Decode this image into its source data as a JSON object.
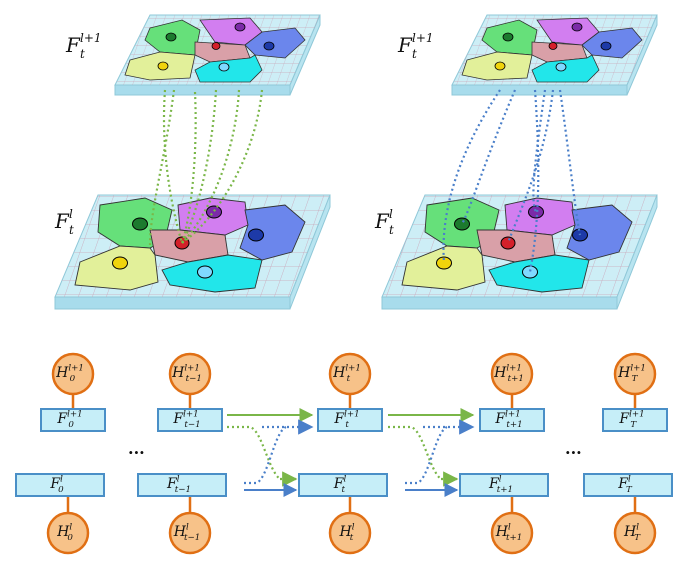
{
  "layer_labels": {
    "top_left": {
      "base": "F",
      "sub": "t",
      "sup": "l+1"
    },
    "top_right": {
      "base": "F",
      "sub": "t",
      "sup": "l+1"
    },
    "bottom_left": {
      "base": "F",
      "sub": "t",
      "sup": "l"
    },
    "bottom_right": {
      "base": "F",
      "sub": "t",
      "sup": "l"
    }
  },
  "top_nodes": [
    {
      "H": {
        "base": "H",
        "sub": "0",
        "sup": "l+1"
      },
      "F": {
        "base": "F",
        "sub": "0",
        "sup": "l+1"
      }
    },
    {
      "H": {
        "base": "H",
        "sub": "t−1",
        "sup": "l+1"
      },
      "F": {
        "base": "F",
        "sub": "t−1",
        "sup": "l+1"
      }
    },
    {
      "H": {
        "base": "H",
        "sub": "t",
        "sup": "l+1"
      },
      "F": {
        "base": "F",
        "sub": "t",
        "sup": "l+1"
      }
    },
    {
      "H": {
        "base": "H",
        "sub": "t+1",
        "sup": "l+1"
      },
      "F": {
        "base": "F",
        "sub": "t+1",
        "sup": "l+1"
      }
    },
    {
      "H": {
        "base": "H",
        "sub": "T",
        "sup": "l+1"
      },
      "F": {
        "base": "F",
        "sub": "T",
        "sup": "l+1"
      }
    }
  ],
  "bottom_nodes": [
    {
      "H": {
        "base": "H",
        "sub": "0",
        "sup": "l"
      },
      "F": {
        "base": "F",
        "sub": "0",
        "sup": "l"
      }
    },
    {
      "H": {
        "base": "H",
        "sub": "t−1",
        "sup": "l"
      },
      "F": {
        "base": "F",
        "sub": "t−1",
        "sup": "l"
      }
    },
    {
      "H": {
        "base": "H",
        "sub": "t",
        "sup": "l"
      },
      "F": {
        "base": "F",
        "sub": "t",
        "sup": "l"
      }
    },
    {
      "H": {
        "base": "H",
        "sub": "t+1",
        "sup": "l"
      },
      "F": {
        "base": "F",
        "sub": "t+1",
        "sup": "l"
      }
    },
    {
      "H": {
        "base": "H",
        "sub": "T",
        "sup": "l"
      },
      "F": {
        "base": "F",
        "sub": "T",
        "sup": "l"
      }
    }
  ],
  "ellipsis": "...",
  "colors": {
    "grid_fill": "#cdeef6",
    "grid_line": "#c9a3b6",
    "box_fill": "#c6eef8",
    "box_stroke": "#4a8fc7",
    "node_fill": "#f7c289",
    "node_stroke": "#e06f14",
    "green": "#7ab648",
    "blue": "#4a7fc9",
    "region_green": "#66e07a",
    "region_magenta": "#d27ef0",
    "region_blue": "#6b86ec",
    "region_pink": "#d9a0a8",
    "region_yellow": "#e2f09a",
    "region_cyan": "#22e6ea"
  }
}
